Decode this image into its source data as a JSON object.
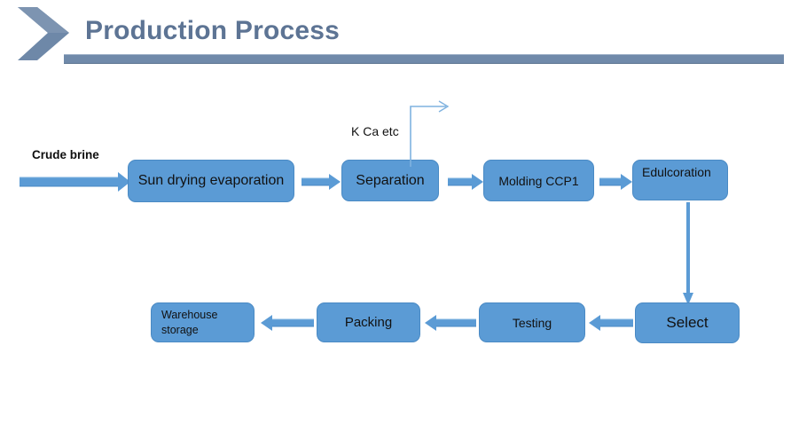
{
  "slide": {
    "title": "Production Process",
    "accent_color": "#5B9BD5",
    "title_color": "#5d7494",
    "rule_color": "#708AAA",
    "background": "#ffffff"
  },
  "diagram": {
    "input_label": "Crude brine",
    "byproduct_label": "K Ca etc",
    "nodes": [
      {
        "id": "sun-drying",
        "label": "Sun drying evaporation",
        "row": 1,
        "order": 1
      },
      {
        "id": "separation",
        "label": "Separation",
        "row": 1,
        "order": 2
      },
      {
        "id": "molding",
        "label": "Molding CCP1",
        "row": 1,
        "order": 3
      },
      {
        "id": "edulcoration",
        "label": "Edulcoration",
        "row": 1,
        "order": 4
      },
      {
        "id": "select",
        "label": "Select",
        "row": 2,
        "order": 1
      },
      {
        "id": "testing",
        "label": "Testing",
        "row": 2,
        "order": 2
      },
      {
        "id": "packing",
        "label": "Packing",
        "row": 2,
        "order": 3
      },
      {
        "id": "warehouse",
        "label": "Warehouse storage",
        "row": 2,
        "order": 4
      }
    ],
    "connectors": [
      {
        "id": "crude-brine-in",
        "from": "input",
        "to": "sun-drying",
        "direction": "right"
      },
      {
        "id": "sun-to-sep",
        "from": "sun-drying",
        "to": "separation",
        "direction": "right"
      },
      {
        "id": "sep-to-mold",
        "from": "separation",
        "to": "molding",
        "direction": "right"
      },
      {
        "id": "mold-to-edu",
        "from": "molding",
        "to": "edulcoration",
        "direction": "right"
      },
      {
        "id": "edu-to-select",
        "from": "edulcoration",
        "to": "select",
        "direction": "down"
      },
      {
        "id": "select-to-testing",
        "from": "select",
        "to": "testing",
        "direction": "left"
      },
      {
        "id": "testing-to-packing",
        "from": "testing",
        "to": "packing",
        "direction": "left"
      },
      {
        "id": "packing-to-warehouse",
        "from": "packing",
        "to": "warehouse",
        "direction": "left"
      },
      {
        "id": "byproduct-out",
        "from": "separation",
        "to": "byproduct",
        "direction": "elbow-up-right"
      }
    ]
  }
}
